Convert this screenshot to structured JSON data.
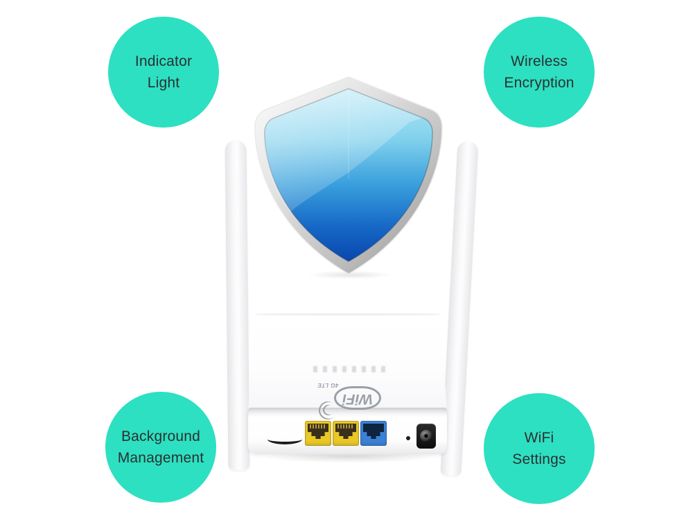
{
  "theme": {
    "background": "#ffffff",
    "callout_color": "#2de0c1",
    "callout_text_color": "#2b3033"
  },
  "callouts": {
    "items": [
      {
        "name": "indicator-light",
        "line1": "Indicator",
        "line2": "Light"
      },
      {
        "name": "wireless-encryption",
        "line1": "Wireless",
        "line2": "Encryption"
      },
      {
        "name": "background-management",
        "line1": "Background",
        "line2": "Management"
      },
      {
        "name": "wifi-settings",
        "line1": "WiFi",
        "line2": "Settings"
      }
    ]
  },
  "shield": {
    "rim_color_light": "#fdfdfd",
    "rim_color_dark": "#8f8f8f",
    "face_color_top": "#b9e8f6",
    "face_color_bottom": "#0a47ad"
  },
  "router": {
    "body_color": "#ffffff",
    "antenna_count": 2,
    "logo": {
      "text": "WiFi",
      "subtext": "4G LTE",
      "color": "#9aa0a6",
      "orientation": "upside-down"
    },
    "rear_ports": {
      "sim_slot": true,
      "lan_port_count": 2,
      "lan_port_color": "#e9c827",
      "wan_port_color": "#3b82d6",
      "reset_pinhole": true,
      "power_jack": true
    }
  }
}
